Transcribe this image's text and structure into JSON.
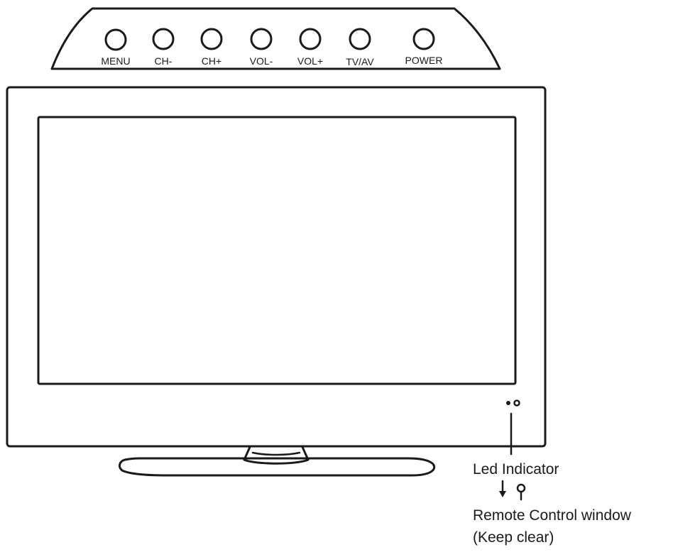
{
  "control_panel": {
    "buttons": [
      {
        "id": "menu",
        "label": "MENU"
      },
      {
        "id": "ch-minus",
        "label": "CH-"
      },
      {
        "id": "ch-plus",
        "label": "CH+"
      },
      {
        "id": "vol-minus",
        "label": "VOL-"
      },
      {
        "id": "vol-plus",
        "label": "VOL+"
      },
      {
        "id": "tv-av",
        "label": "TV/AV"
      },
      {
        "id": "power",
        "label": "POWER"
      }
    ]
  },
  "callouts": {
    "led_indicator": "Led Indicator",
    "remote_window": "Remote Control window",
    "keep_clear": "(Keep clear)"
  }
}
